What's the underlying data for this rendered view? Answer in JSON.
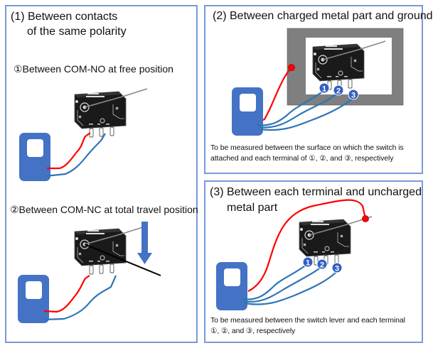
{
  "panels": {
    "p1": {
      "title_line1": "(1) Between contacts",
      "title_line2": "of the same polarity",
      "sub1": "①Between COM-NO at free position",
      "sub2": "②Between COM-NC at total travel position"
    },
    "p2": {
      "title": "(2) Between charged metal part and ground",
      "caption_line1": "To be measured between the surface on which the switch is",
      "caption_line2": "attached and each terminal of ①, ②, and ③, respectively",
      "terminal_labels": [
        "1",
        "2",
        "3"
      ]
    },
    "p3": {
      "title_line1": "(3) Between each terminal and uncharged",
      "title_line2": "metal part",
      "caption_line1": "To be measured between the switch lever and each terminal",
      "caption_line2": "①, ②, and ③, respectively",
      "terminal_labels": [
        "1",
        "2",
        "3"
      ]
    }
  },
  "colors": {
    "border": "#7a9ad6",
    "meter": "#4472c4",
    "wire_red": "#ff0000",
    "wire_blue": "#2e75b6",
    "ground_plate": "#7f7f7f",
    "badge": "#2f5fc4",
    "arrow": "#4472c4",
    "switch_body": "#1a1a1a"
  }
}
